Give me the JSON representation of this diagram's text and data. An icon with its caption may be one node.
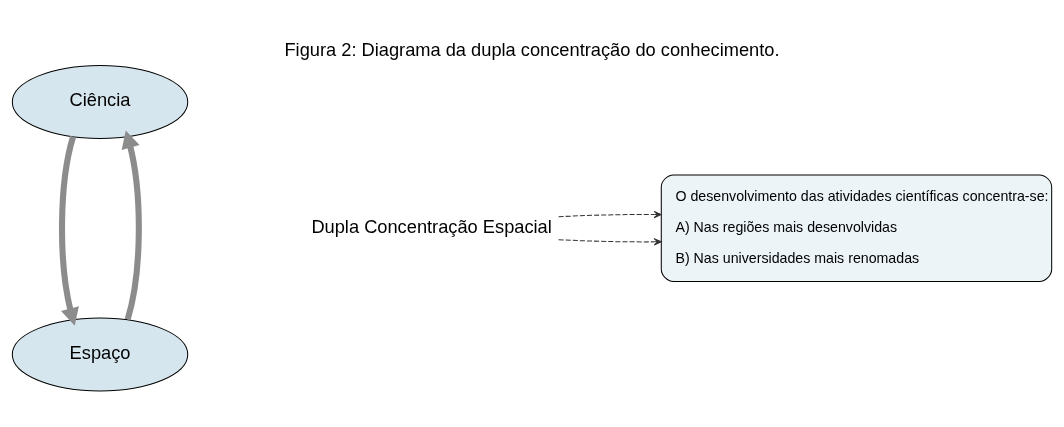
{
  "diagram": {
    "title": "Figura 2: Diagrama da dupla concentração do conhecimento.",
    "nodes": [
      {
        "text": [
          "Ciência"
        ]
      },
      {
        "text": [
          "Espaço"
        ]
      },
      {
        "text": [
          "Dupla Concentração Espacial"
        ]
      },
      {
        "text": [
          "O desenvolvimento das atividades científicas concentra-se:",
          "A) Nas regiões mais desenvolvidas",
          "B) Nas universidades mais renomadas"
        ]
      }
    ],
    "edges": [
      {
        "from": 0,
        "to": 1,
        "arrow": "to",
        "style": "thick",
        "color": "#8c8c8c"
      },
      {
        "from": 1,
        "to": 0,
        "arrow": "to",
        "style": "thick",
        "color": "#8c8c8c"
      },
      {
        "from": 2,
        "to": 3,
        "arrow": "to",
        "style": "dashed",
        "color": "#333333"
      },
      {
        "from": 2,
        "to": 3,
        "arrow": "to",
        "style": "dashed",
        "color": "#333333"
      }
    ]
  }
}
